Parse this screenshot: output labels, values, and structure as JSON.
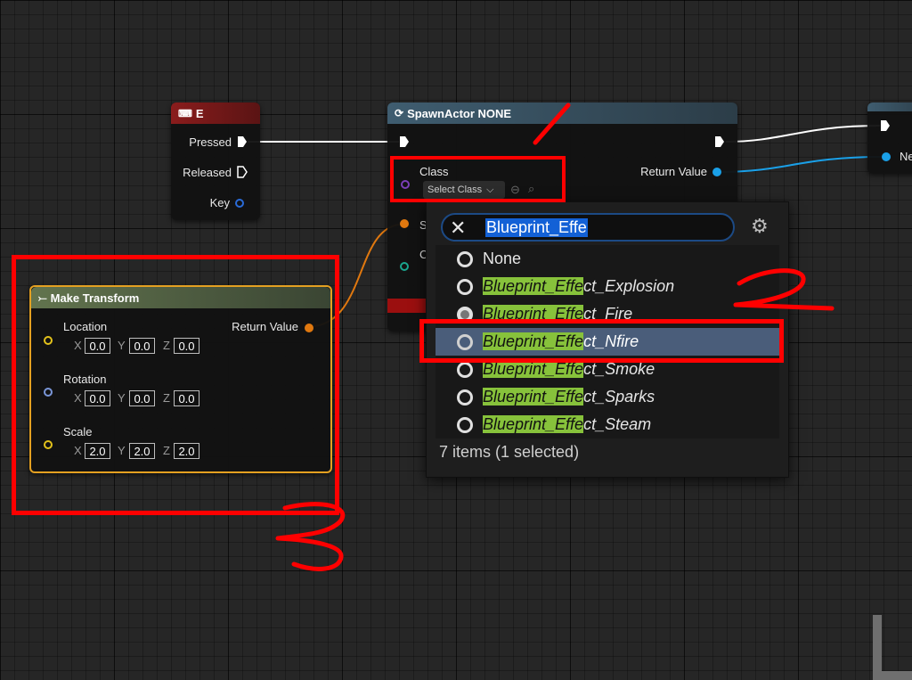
{
  "nodes": {
    "key_event": {
      "title": "E",
      "pins": {
        "pressed": "Pressed",
        "released": "Released",
        "key": "Key"
      }
    },
    "spawn_actor": {
      "title": "SpawnActor NONE",
      "pins": {
        "class": "Class",
        "class_select": "Select Class",
        "return_value": "Return Value",
        "s_partial": "S",
        "c_partial": "C"
      }
    },
    "make_transform": {
      "title": "Make Transform",
      "return_value": "Return Value",
      "location": {
        "label": "Location",
        "x": "0.0",
        "y": "0.0",
        "z": "0.0"
      },
      "rotation": {
        "label": "Rotation",
        "x": "0.0",
        "y": "0.0",
        "z": "0.0"
      },
      "scale": {
        "label": "Scale",
        "x": "2.0",
        "y": "2.0",
        "z": "2.0"
      },
      "axis_labels": {
        "x": "X",
        "y": "Y",
        "z": "Z"
      }
    },
    "right_node": {
      "pin_partial": "Ne"
    }
  },
  "class_picker": {
    "search_value": "Blueprint_Effe",
    "items": [
      {
        "prefix": "",
        "rest": "None",
        "italic": false,
        "selected": false
      },
      {
        "prefix": "Blueprint_Effe",
        "rest": "ct_Explosion",
        "italic": true,
        "selected": false
      },
      {
        "prefix": "Blueprint_Effe",
        "rest": "ct_Fire",
        "italic": true,
        "selected": false
      },
      {
        "prefix": "Blueprint_Effe",
        "rest": "ct_Nfire",
        "italic": true,
        "selected": true
      },
      {
        "prefix": "Blueprint_Effe",
        "rest": "ct_Smoke",
        "italic": true,
        "selected": false
      },
      {
        "prefix": "Blueprint_Effe",
        "rest": "ct_Sparks",
        "italic": true,
        "selected": false
      },
      {
        "prefix": "Blueprint_Effe",
        "rest": "ct_Steam",
        "italic": true,
        "selected": false
      }
    ],
    "status": "7 items (1 selected)"
  },
  "annotations": {
    "mark1": "1",
    "mark2": "2",
    "mark3": "3"
  },
  "colors": {
    "exec_wire": "#ffffff",
    "object_wire": "#1aa0e8",
    "transform_wire": "#e0780f",
    "annotation_red": "#ff0000",
    "highlight_green": "#87c23b",
    "selected_row": "#4a5d7a",
    "key_header": "#8a1c1c",
    "spawn_header": "#3a5566",
    "transform_header": "#5d6e4a"
  }
}
